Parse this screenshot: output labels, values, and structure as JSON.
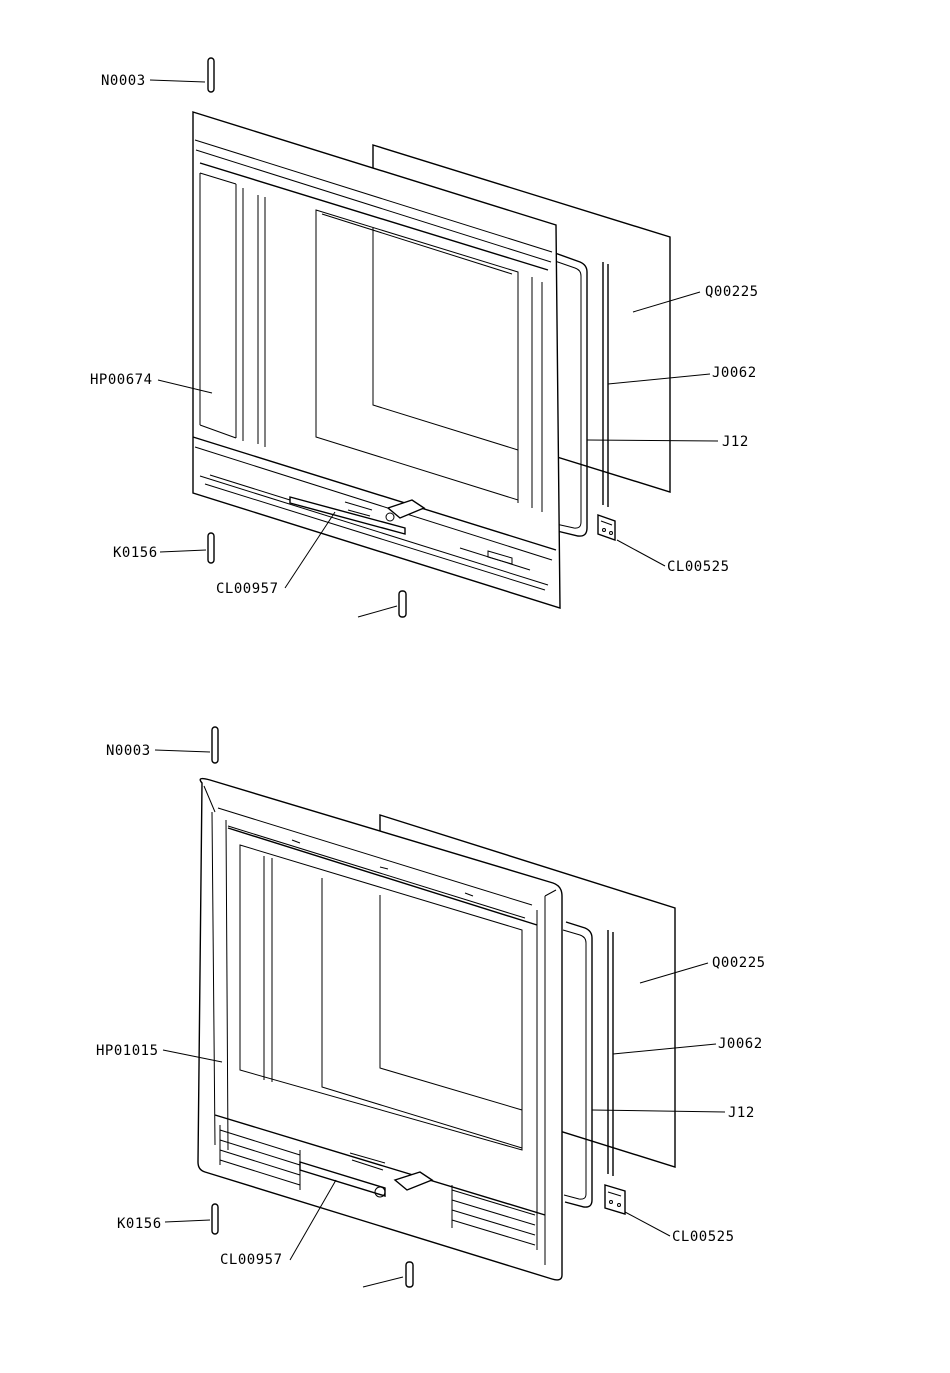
{
  "diagrams": [
    {
      "id": "top",
      "labels": {
        "pin_top": "N0003",
        "glass": "Q00225",
        "frame": "HP00674",
        "gasket": "J0062",
        "seal": "J12",
        "pin_left": "K0156",
        "handle": "CL00957",
        "clip": "CL00525"
      }
    },
    {
      "id": "bottom",
      "labels": {
        "pin_top": "N0003",
        "glass": "Q00225",
        "frame": "HP01015",
        "gasket": "J0062",
        "seal": "J12",
        "pin_left": "K0156",
        "handle": "CL00957",
        "clip": "CL00525"
      }
    }
  ]
}
